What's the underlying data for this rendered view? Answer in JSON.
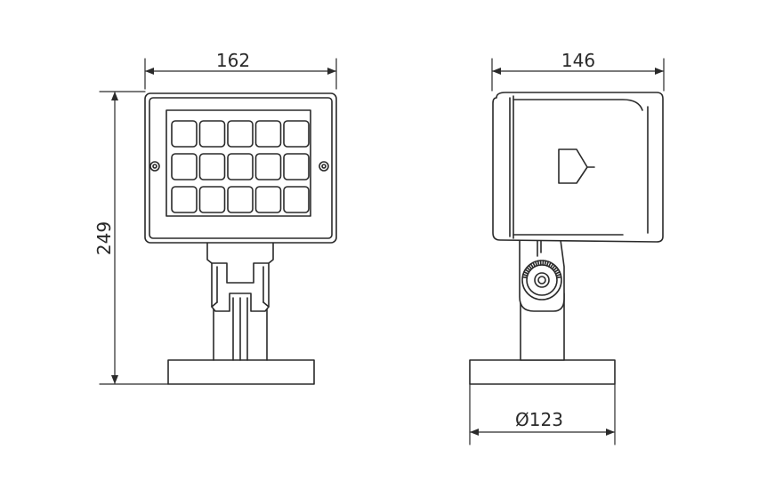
{
  "drawing": {
    "front_width": "162",
    "height": "249",
    "side_depth": "146",
    "base_diameter": "Ø123"
  },
  "colors": {
    "line": "#2a2a2a",
    "fill": "#ffffff"
  }
}
